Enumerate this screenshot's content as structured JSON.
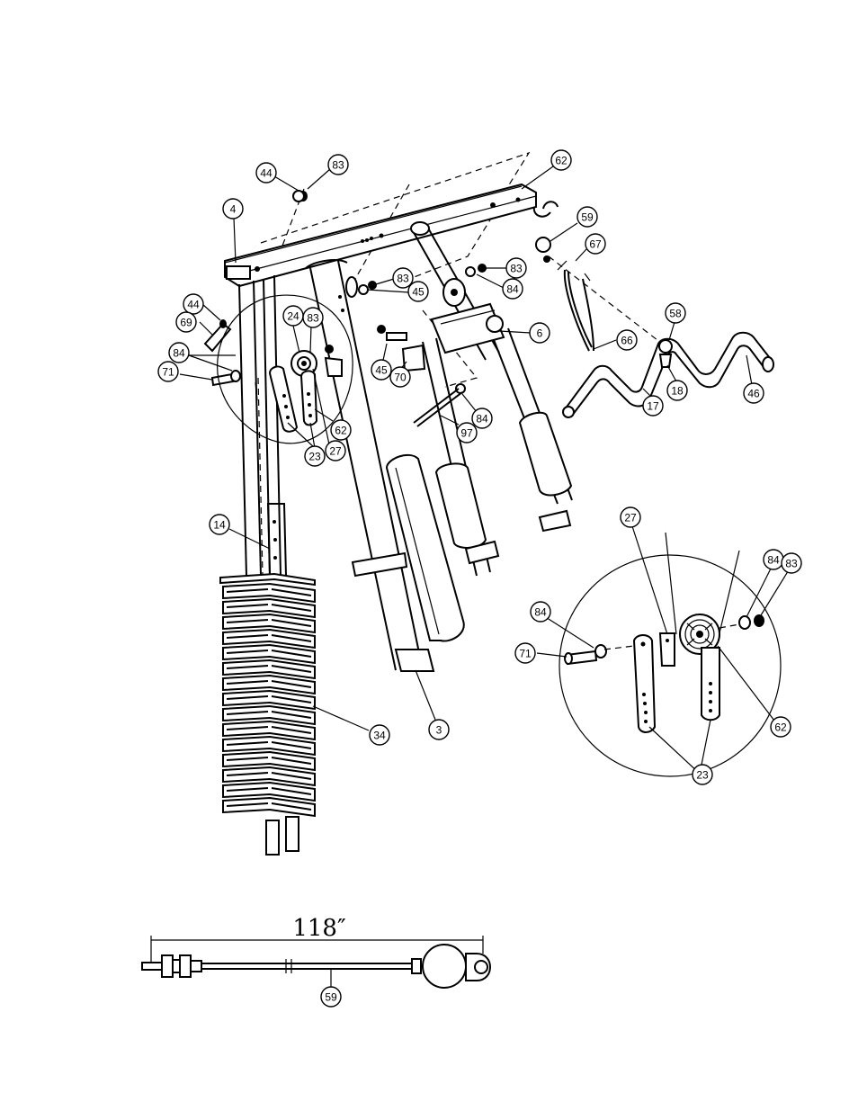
{
  "callouts": [
    {
      "id": "c-44a",
      "label": "44"
    },
    {
      "id": "c-83a",
      "label": "83"
    },
    {
      "id": "c-62a",
      "label": "62"
    },
    {
      "id": "c-4",
      "label": "4"
    },
    {
      "id": "c-59a",
      "label": "59"
    },
    {
      "id": "c-67",
      "label": "67"
    },
    {
      "id": "c-83b",
      "label": "83"
    },
    {
      "id": "c-84a",
      "label": "84"
    },
    {
      "id": "c-83c",
      "label": "83"
    },
    {
      "id": "c-45a",
      "label": "45"
    },
    {
      "id": "c-44b",
      "label": "44"
    },
    {
      "id": "c-69",
      "label": "69"
    },
    {
      "id": "c-24",
      "label": "24"
    },
    {
      "id": "c-83d",
      "label": "83"
    },
    {
      "id": "c-6",
      "label": "6"
    },
    {
      "id": "c-58",
      "label": "58"
    },
    {
      "id": "c-84b",
      "label": "84"
    },
    {
      "id": "c-71a",
      "label": "71"
    },
    {
      "id": "c-45b",
      "label": "45"
    },
    {
      "id": "c-70",
      "label": "70"
    },
    {
      "id": "c-66",
      "label": "66"
    },
    {
      "id": "c-18",
      "label": "18"
    },
    {
      "id": "c-46",
      "label": "46"
    },
    {
      "id": "c-17",
      "label": "17"
    },
    {
      "id": "c-84c",
      "label": "84"
    },
    {
      "id": "c-62b",
      "label": "62"
    },
    {
      "id": "c-97",
      "label": "97"
    },
    {
      "id": "c-23a",
      "label": "23"
    },
    {
      "id": "c-27a",
      "label": "27"
    },
    {
      "id": "c-14",
      "label": "14"
    },
    {
      "id": "c-27b",
      "label": "27"
    },
    {
      "id": "c-84d",
      "label": "84"
    },
    {
      "id": "c-83e",
      "label": "83"
    },
    {
      "id": "c-84e",
      "label": "84"
    },
    {
      "id": "c-71b",
      "label": "71"
    },
    {
      "id": "c-62c",
      "label": "62"
    },
    {
      "id": "c-3",
      "label": "3"
    },
    {
      "id": "c-34",
      "label": "34"
    },
    {
      "id": "c-23b",
      "label": "23"
    },
    {
      "id": "c-59b",
      "label": "59"
    }
  ],
  "cable": {
    "length_label": "118″",
    "part_label": "59"
  }
}
